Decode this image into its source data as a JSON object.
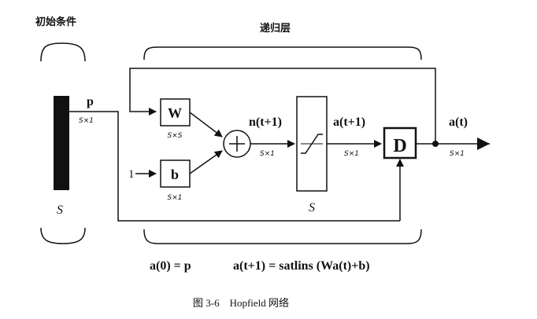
{
  "labels": {
    "initial_conditions": "初始条件",
    "recurrent_layer": "递归层",
    "input_p": "p",
    "dim_p": "S×1",
    "input_S": "S",
    "weight_W": "W",
    "dim_W": "S×S",
    "bias_b": "b",
    "dim_b": "S×1",
    "bias_input_one": "1",
    "net_n": "n(t+1)",
    "dim_n": "S×1",
    "transfer_S": "S",
    "out_next": "a(t+1)",
    "dim_out_next": "S×1",
    "delay_D": "D",
    "out_a": "a(t)",
    "dim_out_a": "S×1",
    "equation_init": "a(0) = p",
    "equation_update": "a(t+1) = satlins (Wa(t)+b)",
    "caption": "图 3-6    Hopfield 网络"
  },
  "colors": {
    "ink": "#111111",
    "background": "#ffffff"
  }
}
